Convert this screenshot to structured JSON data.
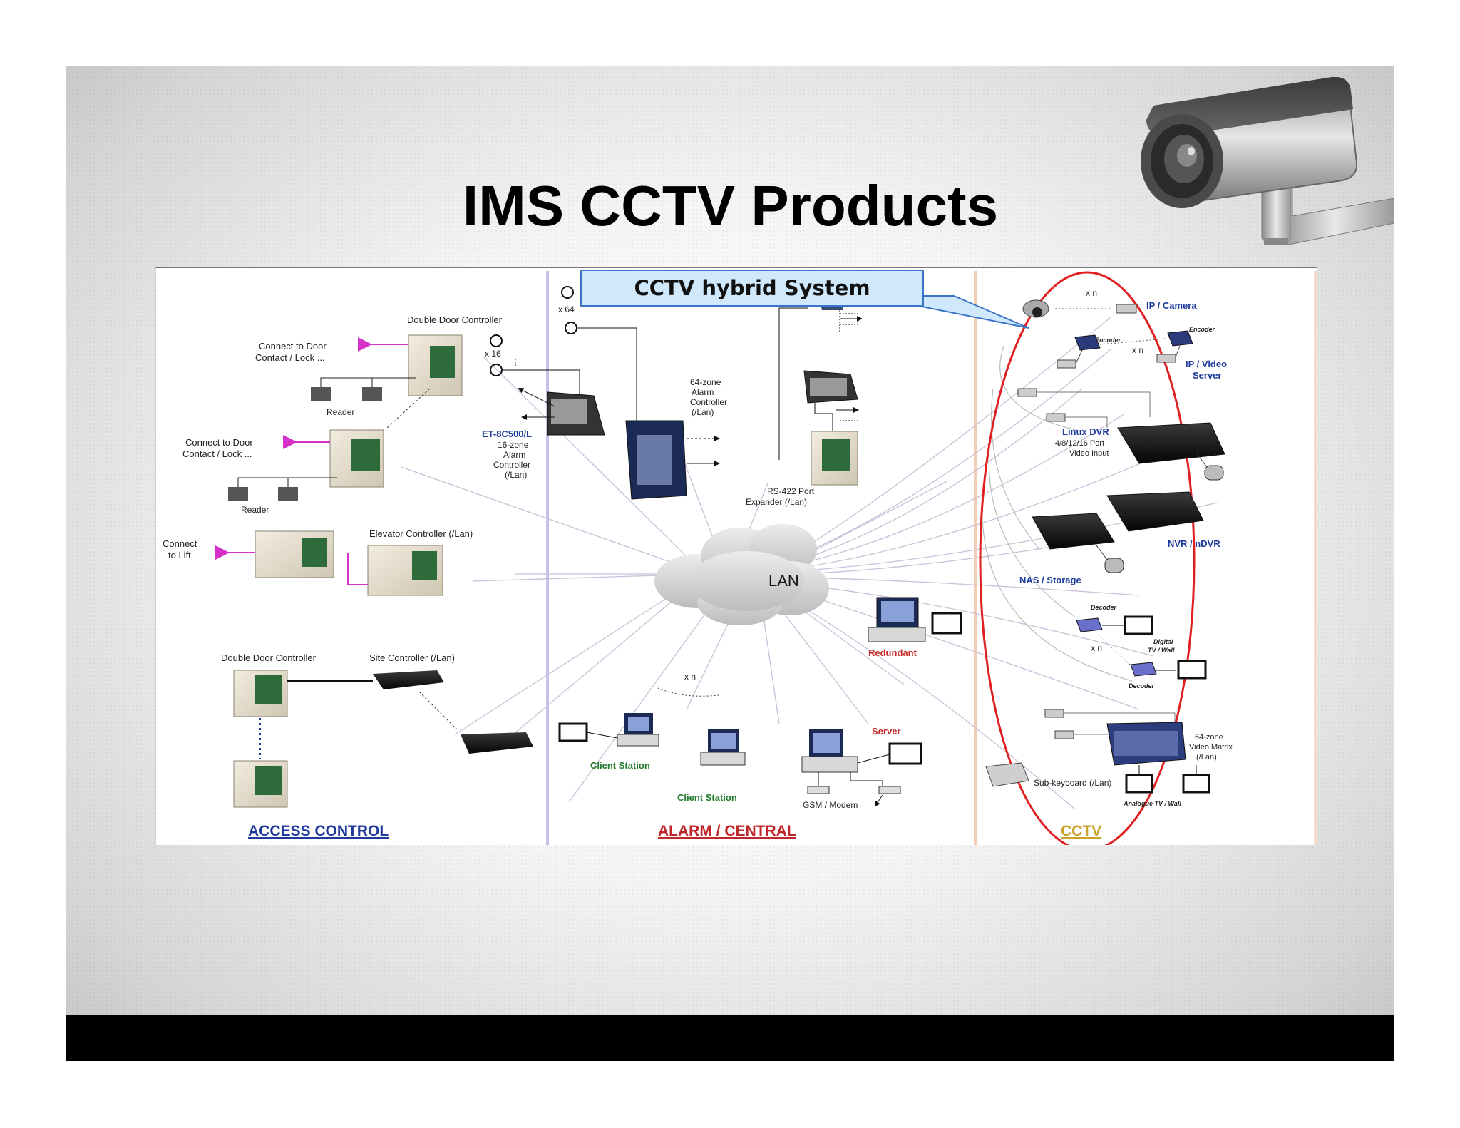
{
  "slide": {
    "title": "IMS CCTV Products"
  },
  "callout": {
    "label": "CCTV hybrid System"
  },
  "hub": {
    "label": "LAN"
  },
  "sections": {
    "access_control": "ACCESS CONTROL",
    "alarm_central": "ALARM / CENTRAL",
    "cctv": "CCTV"
  },
  "access": {
    "double_door_top": "Double Door Controller",
    "connect_door_1a": "Connect to Door",
    "connect_door_1b": "Contact / Lock ...",
    "reader_1": "Reader",
    "connect_door_2a": "Connect to Door",
    "connect_door_2b": "Contact / Lock ...",
    "reader_2": "Reader",
    "elevator": "Elevator Controller (/Lan)",
    "connect_lift_a": "Connect",
    "connect_lift_b": "to Lift",
    "double_door_bottom": "Double Door Controller",
    "site_controller": "Site Controller (/Lan)"
  },
  "alarm": {
    "x64": "x 64",
    "x16": "x 16",
    "et_model": "ET-8C500/L",
    "et_desc_1": "16-zone",
    "et_desc_2": "Alarm",
    "et_desc_3": "Controller",
    "et_desc_4": "(/Lan)",
    "zone64_1": "64-zone",
    "zone64_2": "Alarm",
    "zone64_3": "Controller",
    "zone64_4": "(/Lan)",
    "rs422_1": "RS-422 Port",
    "rs422_2": "Expander (/Lan)",
    "redundant": "Redundant",
    "xn": "x n",
    "client_station_1": "Client Station",
    "client_station_2": "Client Station",
    "server": "Server",
    "gsm": "GSM / Modem"
  },
  "cctv": {
    "xn_top": "x n",
    "ip_camera": "IP / Camera",
    "encoder_1": "Encoder",
    "encoder_2": "Encoder",
    "xn_mid": "x n",
    "ip_video_1": "IP / Video",
    "ip_video_2": "Server",
    "linux_dvr": "Linux DVR",
    "dvr_ports": "4/8/12/16 Port",
    "video_input": "Video Input",
    "nvr": "NVR / nDVR",
    "nas": "NAS / Storage",
    "decoder_1": "Decoder",
    "digital_tv_1": "Digital",
    "digital_tv_2": "TV / Wall",
    "xn_low": "x n",
    "decoder_2": "Decoder",
    "matrix_1": "64-zone",
    "matrix_2": "Video Matrix",
    "matrix_3": "(/Lan)",
    "sub_keyboard": "Sub-keyboard (/Lan)",
    "analogue_tv": "Analogue TV / Wall"
  },
  "colors": {
    "link_pink": "#d531c8",
    "section_blue": "#1f3a9a",
    "section_red": "#c0252a",
    "section_gold": "#c9a227",
    "ellipse_red": "#e02020",
    "label_blue": "#1d3b9c",
    "label_green": "#1f7a2a",
    "label_red": "#c62828"
  }
}
